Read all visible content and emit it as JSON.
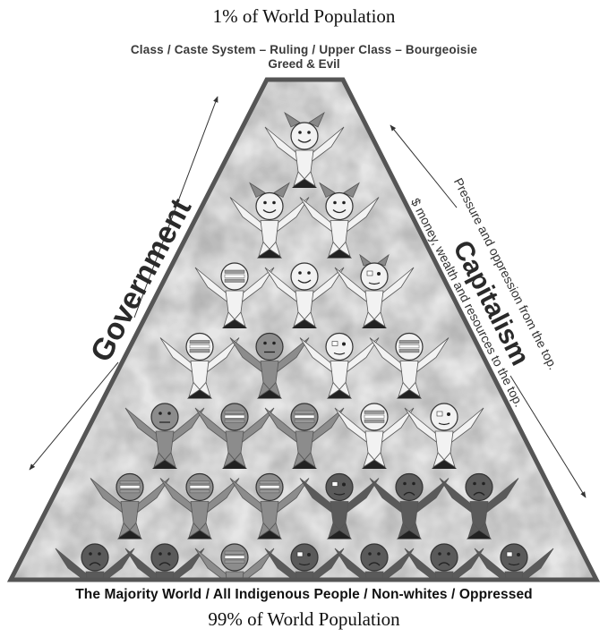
{
  "captions": {
    "top": "1% of World Population",
    "bottom": "99% of World Population"
  },
  "top_label": {
    "line1": "Class / Caste System – Ruling / Upper Class – Bourgeoisie",
    "line2": "Greed & Evil"
  },
  "bottom_label": "The Majority World / All Indigenous People / Non-whites / Oppressed",
  "side_labels": {
    "left": "Government",
    "right_main": "Capitalism",
    "right_outer": "Pressure and oppression from the top.",
    "right_inner": "$ money, wealth and resources to the top."
  },
  "pyramid": {
    "rows": [
      {
        "count": 1,
        "faces": [
          "king"
        ]
      },
      {
        "count": 2,
        "faces": [
          "king",
          "king"
        ]
      },
      {
        "count": 3,
        "faces": [
          "flag",
          "smile",
          "mixed"
        ]
      },
      {
        "count": 4,
        "faces": [
          "flag",
          "neutral-gray",
          "mixed",
          "flag"
        ]
      },
      {
        "count": 5,
        "faces": [
          "neutral-gray",
          "flag-gray",
          "flag-gray",
          "flag",
          "mixed"
        ]
      },
      {
        "count": 6,
        "faces": [
          "flag-gray",
          "flag-gray",
          "flag-gray",
          "dark-mixed",
          "sad",
          "sad"
        ]
      },
      {
        "count": 7,
        "faces": [
          "sad",
          "sad",
          "flag-gray",
          "dark-mixed",
          "sad",
          "sad",
          "dark-mixed"
        ]
      }
    ],
    "colors": {
      "light_figure": "#f2f2f2",
      "gray_figure": "#8c8c8c",
      "dark_figure": "#5a5a5a",
      "outline": "#555555",
      "background_texture": "#bdbdbd"
    }
  },
  "icons": [
    "arrow-left-up-icon",
    "arrow-left-down-icon",
    "arrow-right-up-icon",
    "arrow-right-down-icon"
  ]
}
